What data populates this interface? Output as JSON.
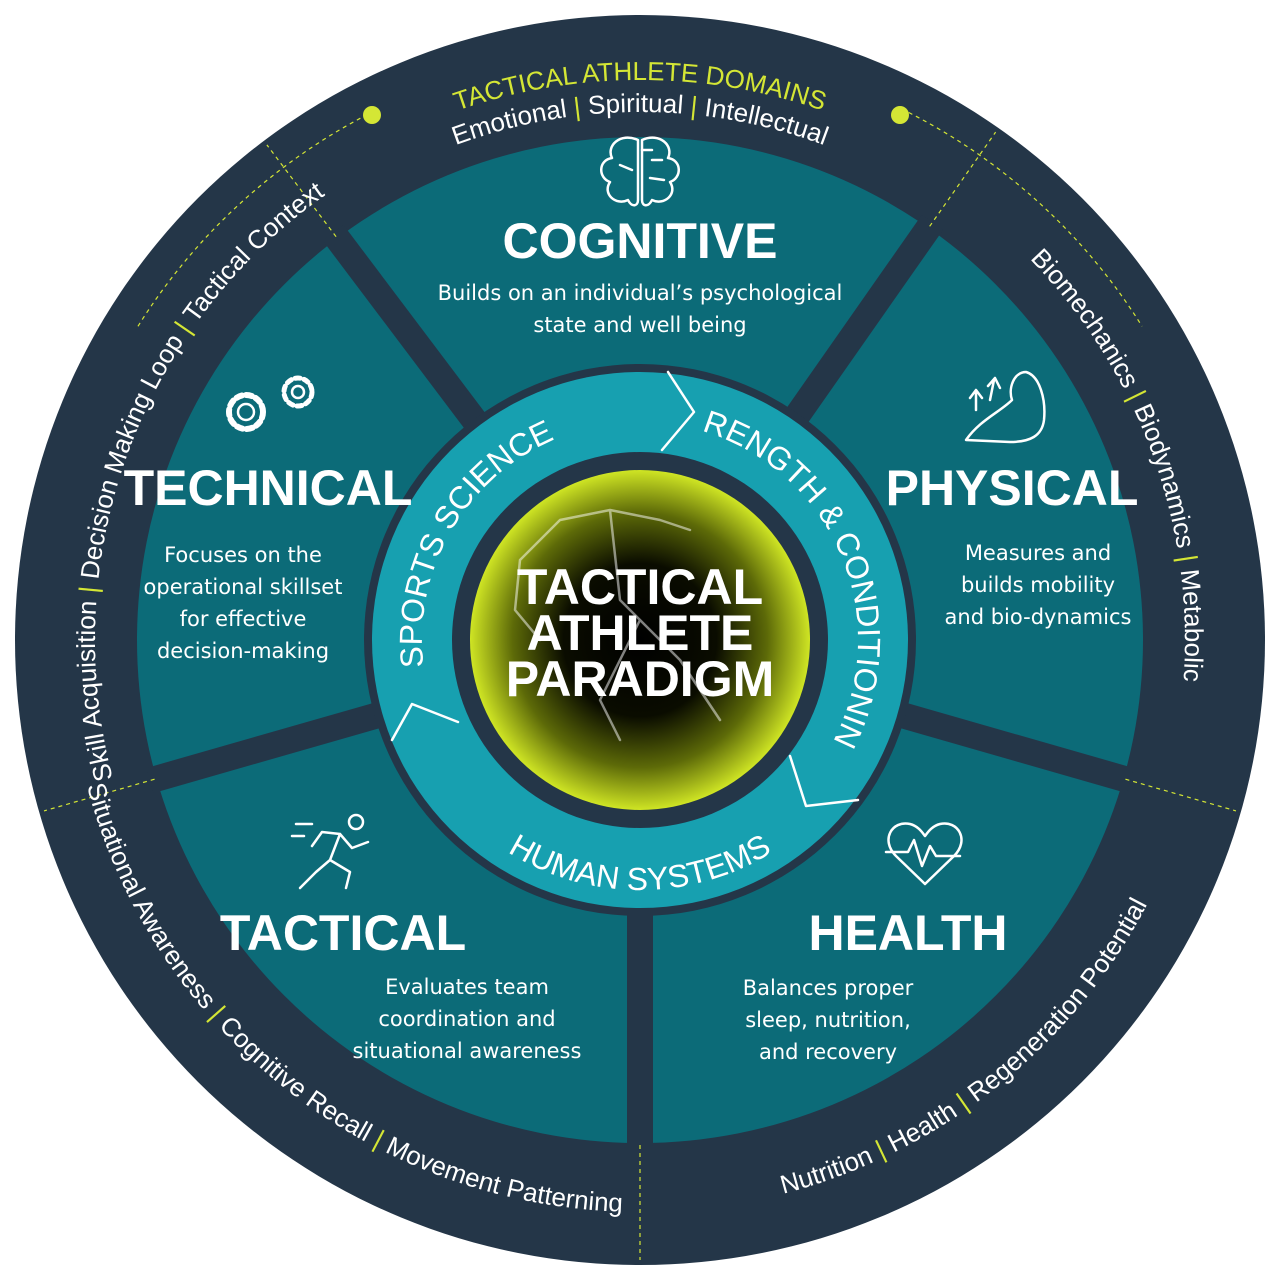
{
  "colors": {
    "outer_ring": "#243648",
    "sector": "#0c6b78",
    "inner_ring": "#17a0b0",
    "accent": "#d4e635",
    "text": "#ffffff"
  },
  "header": {
    "title": "TACTICAL ATHLETE DOMAINS",
    "sub_items": [
      "Emotional",
      "Spiritual",
      "Intellectual"
    ],
    "separator": "|"
  },
  "outer_labels": {
    "technical": [
      "Skill Acquisition",
      "Decision Making Loop",
      "Tactical Context"
    ],
    "physical": [
      "Biomechanics",
      "Biodynamics",
      "Metabolic"
    ],
    "tactical": [
      "Situational Awareness",
      "Cognitive Recall",
      "Movement Patterning"
    ],
    "health": [
      "Nutrition",
      "Health",
      "Regeneration Potential"
    ]
  },
  "domains": {
    "cognitive": {
      "title": "COGNITIVE",
      "icon": "brain-icon",
      "lines": [
        "Builds on an individual’s psychological",
        "state and well being"
      ]
    },
    "technical": {
      "title": "TECHNICAL",
      "icon": "gears-icon",
      "lines": [
        "Focuses on the",
        "operational skillset",
        "for effective",
        "decision-making"
      ]
    },
    "physical": {
      "title": "PHYSICAL",
      "icon": "flexed-arm-icon",
      "lines": [
        "Measures and",
        "builds mobility",
        "and bio-dynamics"
      ]
    },
    "tactical": {
      "title": "TACTICAL",
      "icon": "runner-icon",
      "lines": [
        "Evaluates team",
        "coordination and",
        "situational awareness"
      ]
    },
    "health": {
      "title": "HEALTH",
      "icon": "heartbeat-icon",
      "lines": [
        "Balances proper",
        "sleep, nutrition,",
        "and recovery"
      ]
    }
  },
  "inner_ring": {
    "sports_science": "SPORTS SCIENCE",
    "strength_conditioning": "STRENGTH & CONDITIONING",
    "human_systems": "HUMAN SYSTEMS"
  },
  "center": {
    "lines": [
      "TACTICAL",
      "ATHLETE",
      "PARADIGM"
    ]
  }
}
